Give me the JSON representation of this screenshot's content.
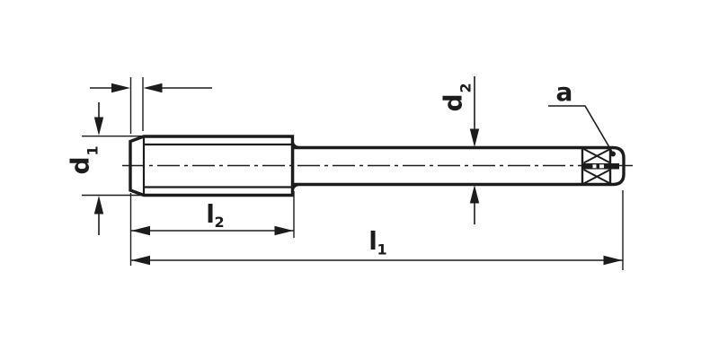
{
  "figure": {
    "colors": {
      "ink": "#1c1c1c",
      "background": "#ffffff"
    },
    "labels": {
      "d1": {
        "base": "d",
        "sub": "1"
      },
      "d2": {
        "base": "d",
        "sub": "2"
      },
      "l1": {
        "base": "l",
        "sub": "1"
      },
      "l2": {
        "base": "l",
        "sub": "2"
      },
      "a": {
        "base": "a"
      }
    }
  }
}
